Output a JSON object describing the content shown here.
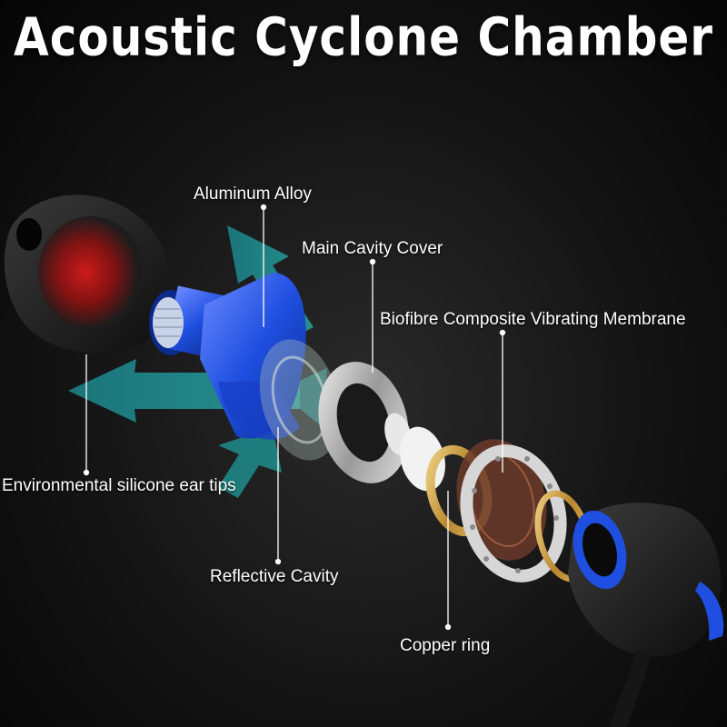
{
  "title": "Acoustic Cyclone Chamber",
  "labels": {
    "aluminum_alloy": "Aluminum Alloy",
    "main_cavity_cover": "Main Cavity Cover",
    "biofibre_membrane": "Biofibre Composite Vibrating Membrane",
    "ear_tips": "Environmental silicone ear tips",
    "reflective_cavity": "Reflective Cavity",
    "copper_ring": "Copper ring"
  },
  "colors": {
    "background": "#111111",
    "accent_blue": "#1f4fe0",
    "arrow_teal": "#1e8a8c",
    "ear_tip": "#1a1a1a",
    "ear_tip_glow": "#d01818",
    "copper": "#c9a24a",
    "membrane": "#6b3a2a",
    "silver": "#c8c8c8"
  }
}
